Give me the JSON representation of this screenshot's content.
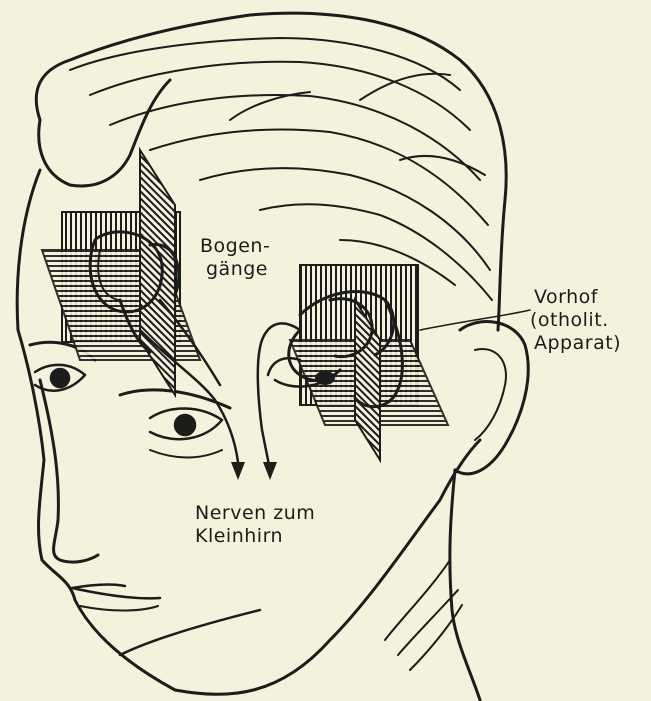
{
  "labels": {
    "bogengaenge": [
      "Bogen-",
      "gänge"
    ],
    "vorhof": [
      "Vorhof",
      "(otholit.",
      "Apparat)"
    ],
    "nerven": [
      "Nerven zum",
      "Kleinhirn"
    ]
  },
  "colors": {
    "paper": "#f4f1dc",
    "ink": "#1c1c1a"
  }
}
